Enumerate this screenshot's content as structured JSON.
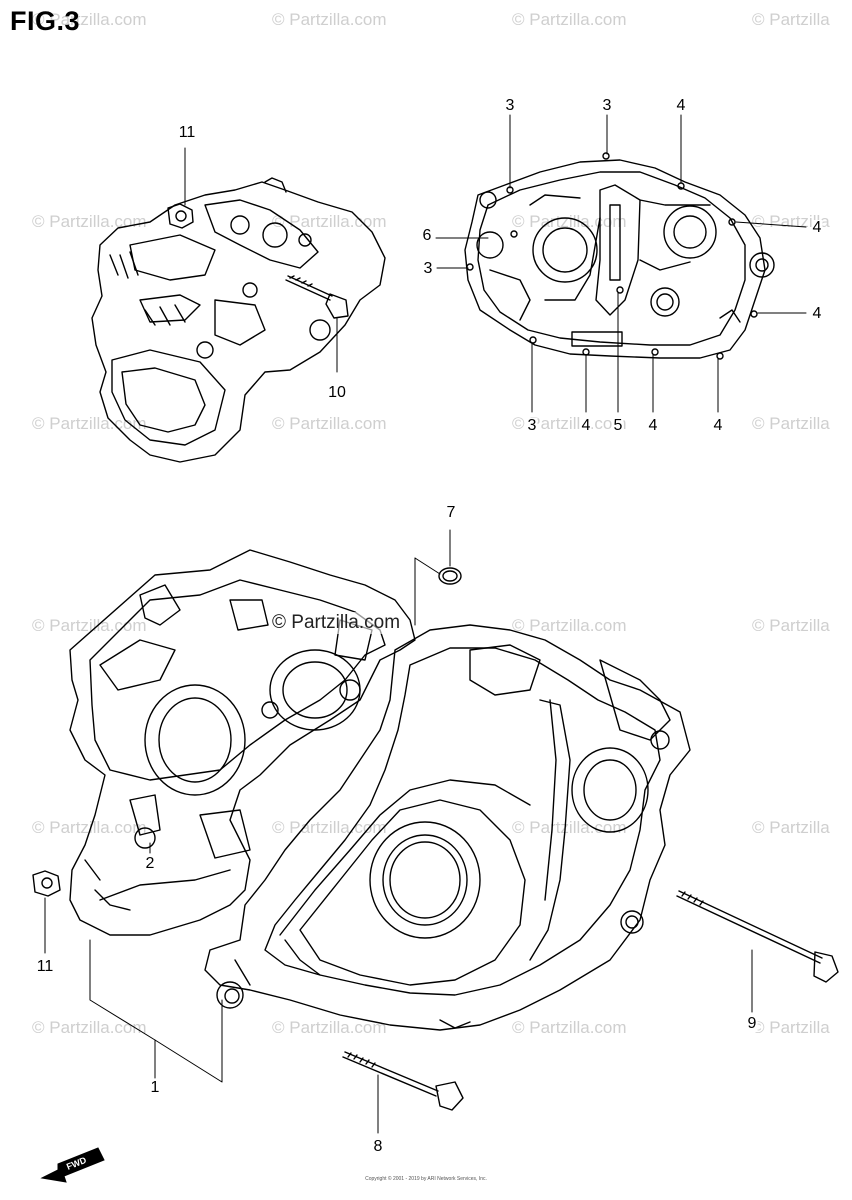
{
  "figure": {
    "title": "FIG.3"
  },
  "watermark": {
    "text": "© Partzilla.com",
    "text_short": "© Partzilla",
    "center_text": "© Partzilla.com"
  },
  "callouts": {
    "c1": "1",
    "c2": "2",
    "c3a": "3",
    "c3b": "3",
    "c3c": "3",
    "c3d": "3",
    "c4a": "4",
    "c4b": "4",
    "c4c": "4",
    "c4d": "4",
    "c4e": "4",
    "c4f": "4",
    "c5": "5",
    "c6": "6",
    "c7": "7",
    "c8": "8",
    "c9": "9",
    "c10": "10",
    "c11a": "11",
    "c11b": "11"
  },
  "fwd": {
    "label": "FWD"
  },
  "footer": {
    "line1": "Copyright © 2001 - 2019 by ARI Network Services, Inc."
  }
}
